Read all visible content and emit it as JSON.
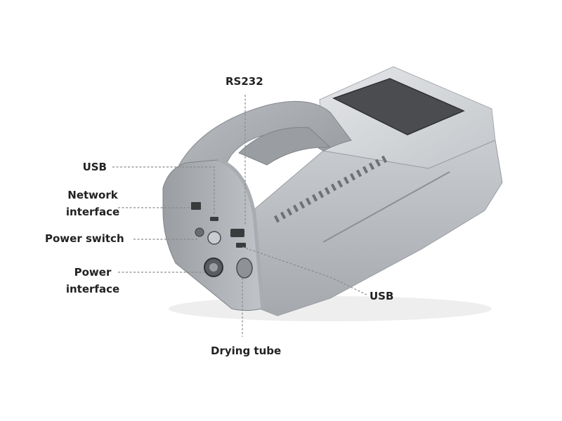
{
  "diagram": {
    "labels": {
      "rs232": "RS232",
      "usb_left": "USB",
      "network_line1": "Network",
      "network_line2": "interface",
      "power_switch": "Power switch",
      "power_interface_line1": "Power",
      "power_interface_line2": "interface",
      "usb_right": "USB",
      "drying_tube": "Drying tube"
    },
    "colors": {
      "body_light": "#d4d6d9",
      "body_mid": "#b7babe",
      "body_dark": "#8e9296",
      "screen": "#4a4c4f",
      "port": "#3a3b3d",
      "leader": "#8a8a8a"
    }
  }
}
